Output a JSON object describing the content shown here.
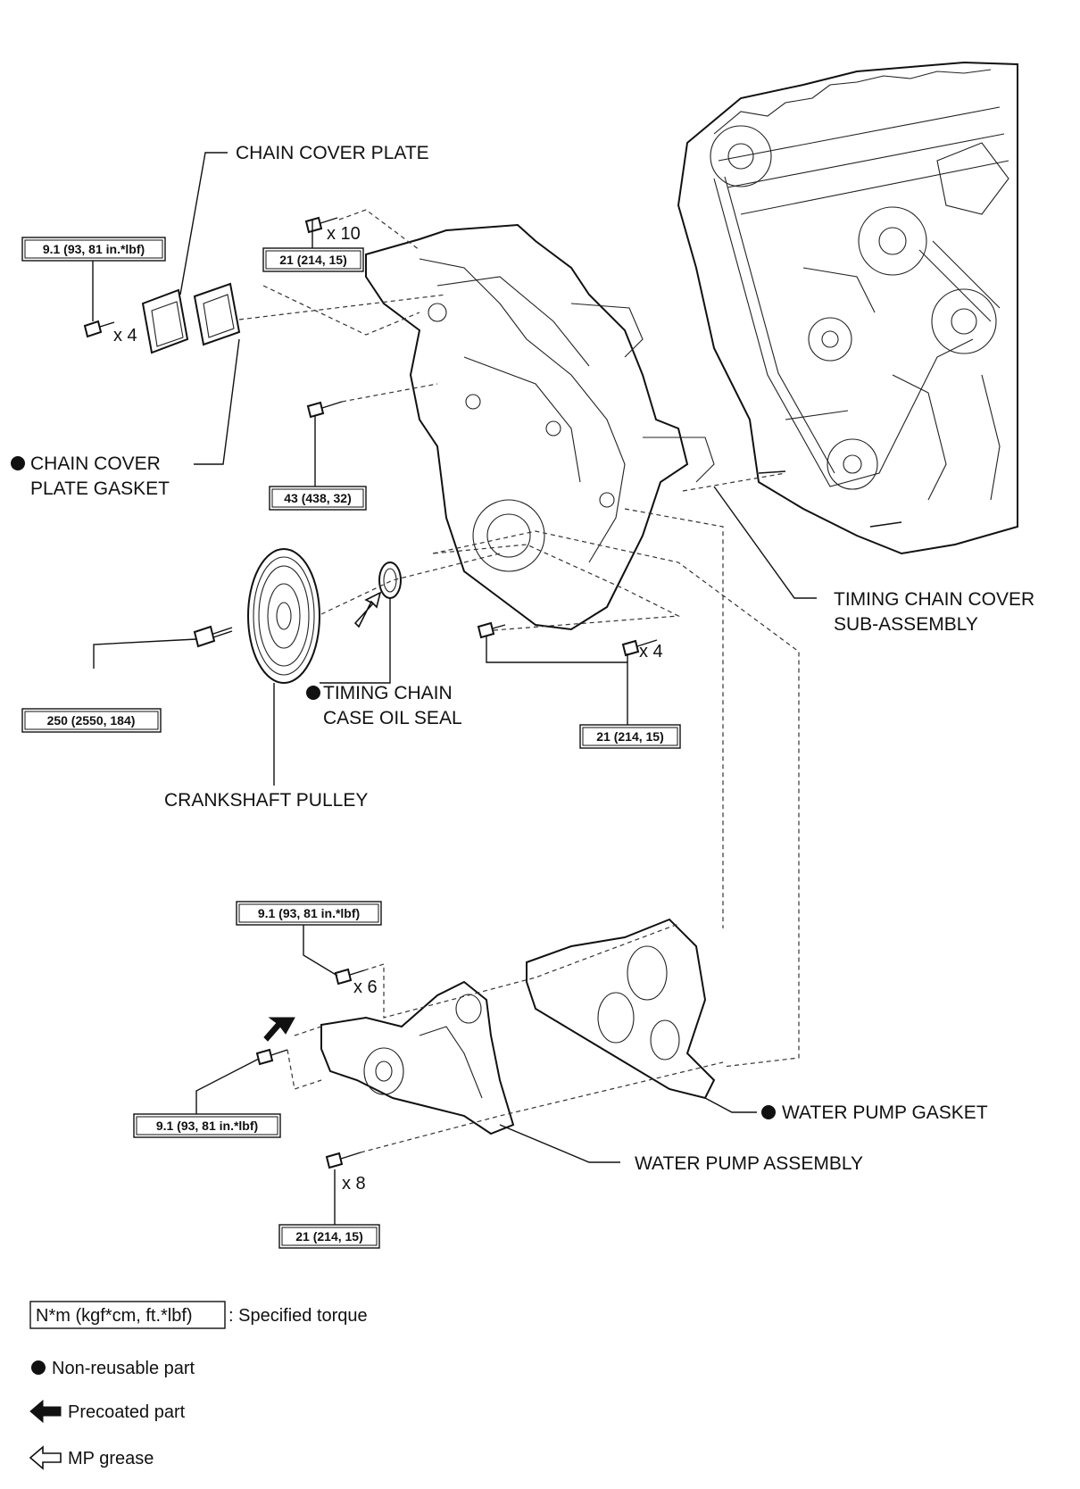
{
  "labels": {
    "chain_cover_plate": "CHAIN COVER PLATE",
    "chain_cover_plate_gasket_1": "CHAIN COVER",
    "chain_cover_plate_gasket_2": "PLATE GASKET",
    "timing_chain_cover_1": "TIMING CHAIN COVER",
    "timing_chain_cover_2": "SUB-ASSEMBLY",
    "oil_seal_1": "TIMING CHAIN",
    "oil_seal_2": "CASE OIL SEAL",
    "crankshaft_pulley": "CRANKSHAFT PULLEY",
    "water_pump_gasket": "WATER PUMP GASKET",
    "water_pump_assembly": "WATER PUMP ASSEMBLY"
  },
  "torques": {
    "plate_bolts": "9.1 (93, 81 in.*lbf)",
    "upper_cover_bolts": "21 (214, 15)",
    "mid_cover_bolt": "43 (438, 32)",
    "pulley_bolt": "250 (2550, 184)",
    "lower_cover_bolts": "21 (214, 15)",
    "pump_upper_bolts": "9.1 (93, 81 in.*lbf)",
    "pump_precoated_bolt": "9.1 (93, 81 in.*lbf)",
    "pump_lower_bolts": "21 (214, 15)"
  },
  "counts": {
    "plate": "x 4",
    "upper_cover": "x 10",
    "lower_cover": "x 4",
    "pump_upper": "x 6",
    "pump_lower": "x 8"
  },
  "legend": {
    "torque_box": "N*m (kgf*cm, ft.*lbf)",
    "torque_desc": ": Specified torque",
    "non_reusable": "Non-reusable part",
    "precoated": "Precoated part",
    "mp_grease": "MP grease"
  }
}
